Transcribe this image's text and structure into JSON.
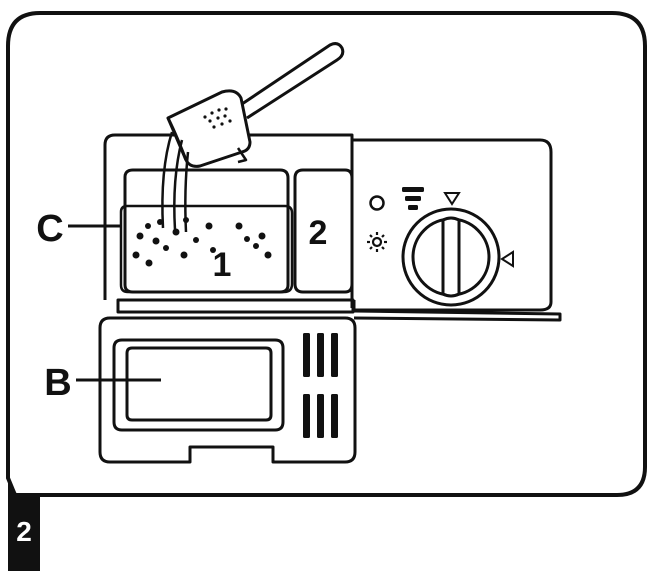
{
  "labels": {
    "compartment_1": "1",
    "compartment_2": "2",
    "part_c": "C",
    "part_b": "B"
  },
  "page_tab": {
    "number": "2"
  },
  "icons": {
    "dial_marker_top": "triangle-down",
    "dial_marker_right": "triangle-left",
    "symbol_circle": "circle",
    "symbol_sun": "sun",
    "symbol_levels": "level-bars"
  },
  "colors": {
    "ink": "#111111",
    "fill": "#ffffff",
    "tab_background": "#111111"
  }
}
